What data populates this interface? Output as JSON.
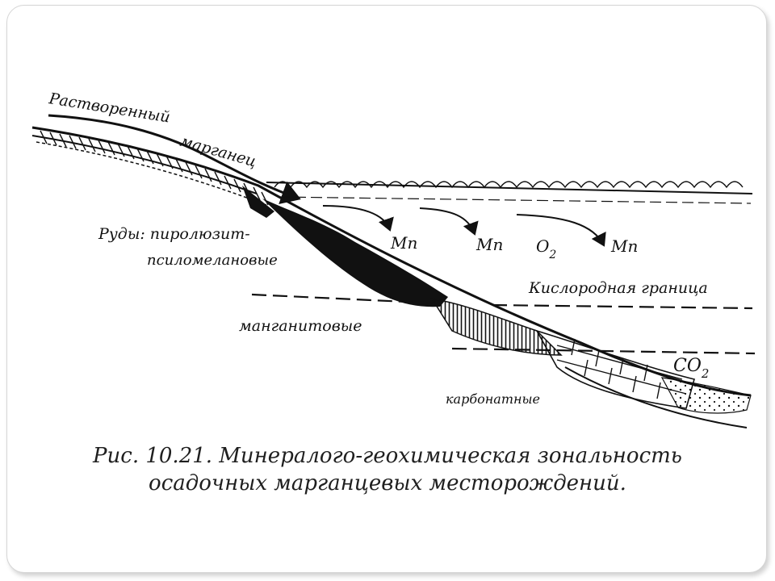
{
  "diagram": {
    "labels": {
      "dissolved_line1": "Растворенный",
      "dissolved_line2": "марганец",
      "ores_line1": "Руды: пиролюзит-",
      "ores_line2": "псиломелановые",
      "manganite": "манганитовые",
      "carbonate": "карбонатные",
      "oxygen_boundary": "Кислородная граница",
      "mn_1": "Mn",
      "mn_2": "Mn",
      "mn_3": "Mn",
      "o2": "O",
      "o2_sub": "2",
      "co2": "CO",
      "co2_sub": "2"
    }
  },
  "caption": {
    "line1": "Рис. 10.21. Минералого-геохимическая зональность",
    "line2": "осадочных марганцевых месторождений."
  },
  "colors": {
    "ink": "#111111",
    "frame_border": "#d5d5d5",
    "caption_text": "#1f1f1f"
  }
}
